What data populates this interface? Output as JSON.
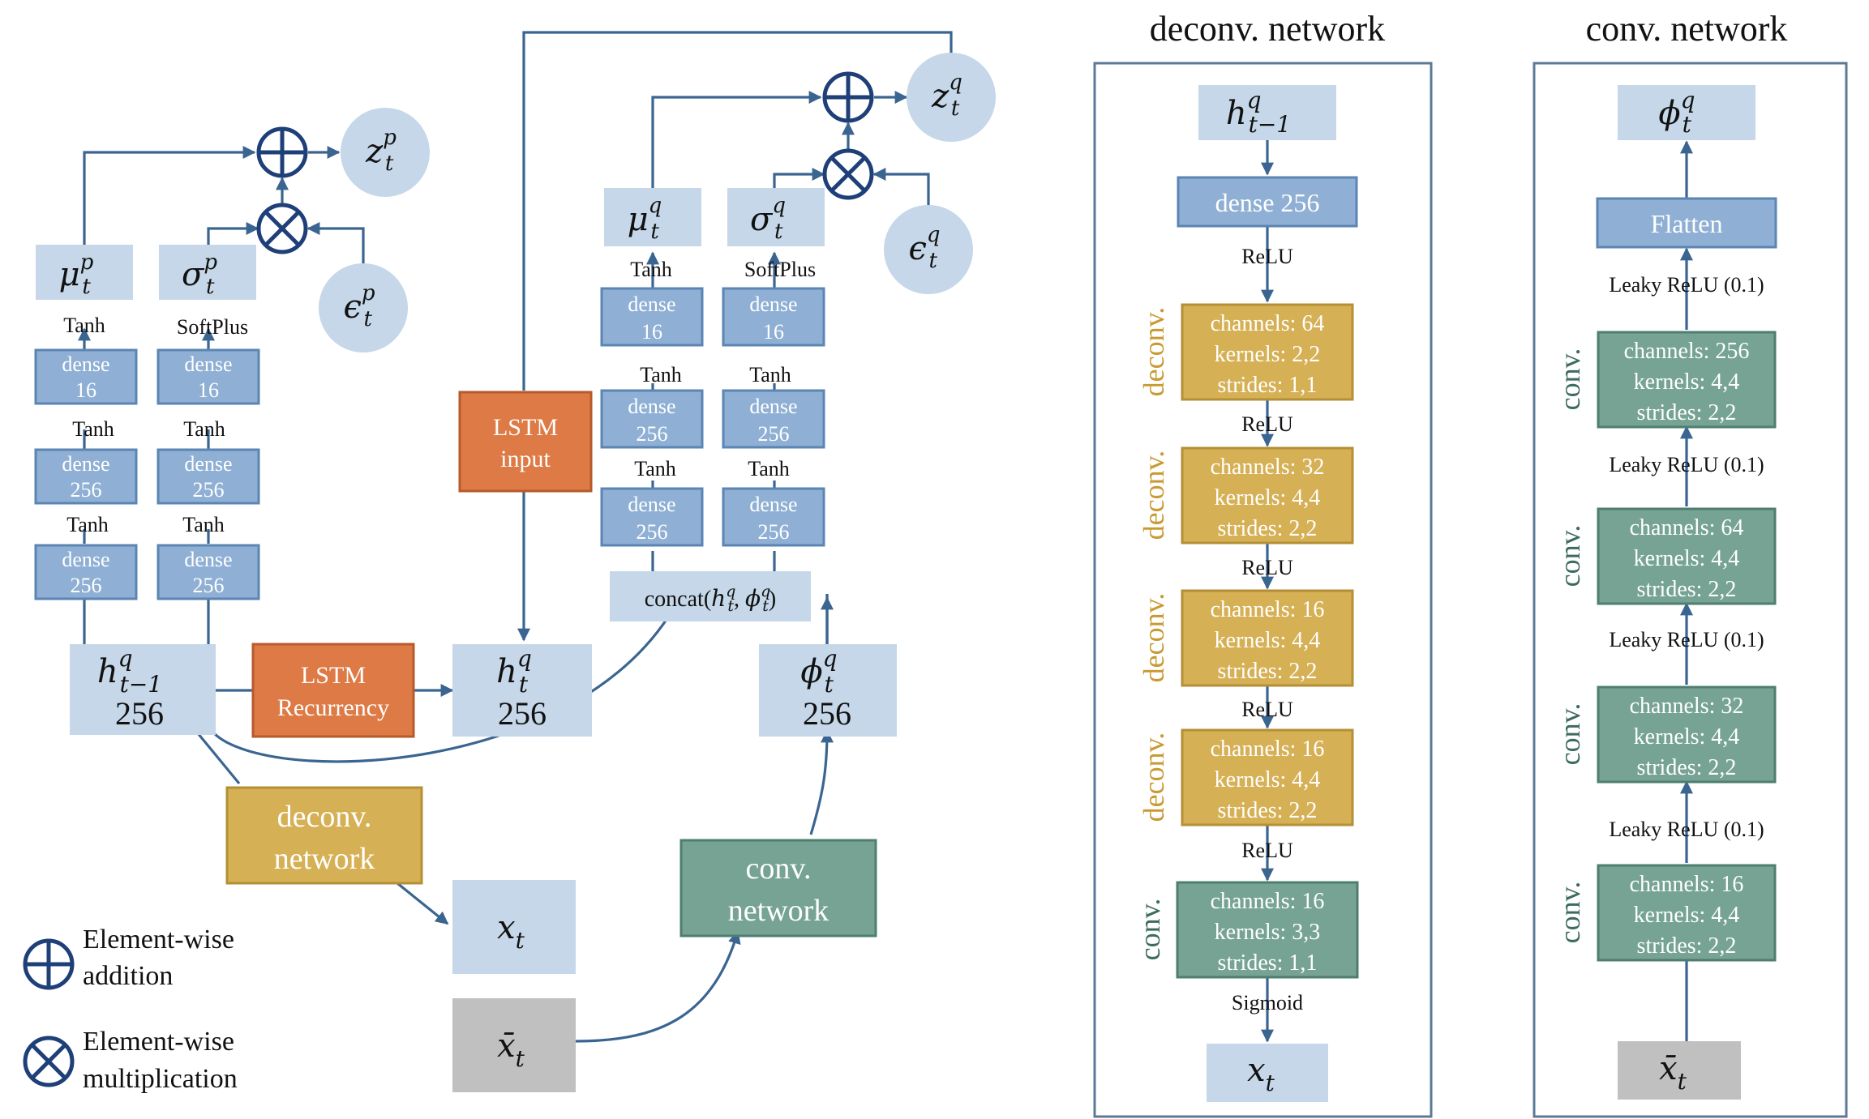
{
  "panels": {
    "deconv_title": "deconv. network",
    "conv_title": "conv. network"
  },
  "main": {
    "prior": {
      "mu": "μ",
      "mu_sup": "p",
      "mu_sub": "t",
      "sigma": "σ",
      "sigma_sup": "p",
      "sigma_sub": "t",
      "z": "z",
      "z_sup": "p",
      "z_sub": "t",
      "eps": "ϵ",
      "eps_sup": "p",
      "eps_sub": "t",
      "act_mu": "Tanh",
      "act_sigma": "SoftPlus",
      "left_dense": [
        "dense",
        "16",
        "dense",
        "256",
        "dense",
        "256"
      ],
      "right_dense": [
        "dense",
        "16",
        "dense",
        "256",
        "dense",
        "256"
      ],
      "left_acts": [
        "Tanh",
        "Tanh"
      ],
      "right_acts": [
        "Tanh",
        "Tanh"
      ]
    },
    "posterior": {
      "mu": "μ",
      "mu_sup": "q",
      "mu_sub": "t",
      "sigma": "σ",
      "sigma_sup": "q",
      "sigma_sub": "t",
      "z": "z",
      "z_sup": "q",
      "z_sub": "t",
      "eps": "ϵ",
      "eps_sup": "q",
      "eps_sub": "t",
      "act_mu": "Tanh",
      "act_sigma": "SoftPlus",
      "left_dense": [
        "dense",
        "16",
        "dense",
        "256",
        "dense",
        "256"
      ],
      "right_dense": [
        "dense",
        "16",
        "dense",
        "256",
        "dense",
        "256"
      ],
      "left_acts": [
        "Tanh",
        "Tanh"
      ],
      "right_acts": [
        "Tanh",
        "Tanh"
      ],
      "concat_prefix": "concat(",
      "concat_h": "h",
      "concat_sep": ", ",
      "concat_phi": "ϕ",
      "concat_sup": "q",
      "concat_sub": "t",
      "concat_suffix": ")"
    },
    "h_prev": {
      "sym": "h",
      "sup": "q",
      "sub": "t−1",
      "size": "256"
    },
    "h_t": {
      "sym": "h",
      "sup": "q",
      "sub": "t",
      "size": "256"
    },
    "phi_t": {
      "sym": "ϕ",
      "sup": "q",
      "sub": "t",
      "size": "256"
    },
    "lstm_recurrency": [
      "LSTM",
      "Recurrency"
    ],
    "lstm_input": [
      "LSTM",
      "input"
    ],
    "deconv_network": [
      "deconv.",
      "network"
    ],
    "conv_network": [
      "conv.",
      "network"
    ],
    "x_t": {
      "sym": "x",
      "sub": "t"
    },
    "xbar_t": {
      "sym": "x̄",
      "sub": "t"
    },
    "legend": {
      "add": [
        "Element-wise",
        "addition"
      ],
      "mul": [
        "Element-wise",
        "multiplication"
      ]
    }
  },
  "deconv": {
    "input": {
      "sym": "h",
      "sup": "q",
      "sub": "t−1"
    },
    "dense": "dense 256",
    "acts": [
      "ReLU",
      "ReLU",
      "ReLU",
      "ReLU",
      "ReLU",
      "Sigmoid"
    ],
    "layers": [
      {
        "side": "deconv.",
        "lines": [
          "channels: 64",
          "kernels: 2,2",
          "strides: 1,1"
        ]
      },
      {
        "side": "deconv.",
        "lines": [
          "channels: 32",
          "kernels: 4,4",
          "strides: 2,2"
        ]
      },
      {
        "side": "deconv.",
        "lines": [
          "channels: 16",
          "kernels: 4,4",
          "strides: 2,2"
        ]
      },
      {
        "side": "deconv.",
        "lines": [
          "channels: 16",
          "kernels: 4,4",
          "strides: 2,2"
        ]
      },
      {
        "side": "conv.",
        "lines": [
          "channels: 16",
          "kernels: 3,3",
          "strides: 1,1"
        ]
      }
    ],
    "output": {
      "sym": "x",
      "sub": "t"
    }
  },
  "conv": {
    "output": {
      "sym": "ϕ",
      "sup": "q",
      "sub": "t"
    },
    "flatten": "Flatten",
    "acts": [
      "Leaky ReLU (0.1)",
      "Leaky ReLU (0.1)",
      "Leaky ReLU (0.1)",
      "Leaky ReLU (0.1)"
    ],
    "layers": [
      {
        "side": "conv.",
        "lines": [
          "channels: 256",
          "kernels: 4,4",
          "strides: 2,2"
        ]
      },
      {
        "side": "conv.",
        "lines": [
          "channels: 64",
          "kernels: 4,4",
          "strides: 2,2"
        ]
      },
      {
        "side": "conv.",
        "lines": [
          "channels: 32",
          "kernels: 4,4",
          "strides: 2,2"
        ]
      },
      {
        "side": "conv.",
        "lines": [
          "channels: 16",
          "kernels: 4,4",
          "strides: 2,2"
        ]
      }
    ],
    "input": {
      "sym": "x̄",
      "sub": "t"
    }
  },
  "colors": {
    "light_blue": "#c5d7e8",
    "dense_blue": "#8fb0d4",
    "orange": "#dd7a45",
    "gold": "#d6b055",
    "green": "#76a394",
    "gray": "#c0c0c0",
    "edge": "#3b6591",
    "operator": "#1e3f78"
  }
}
